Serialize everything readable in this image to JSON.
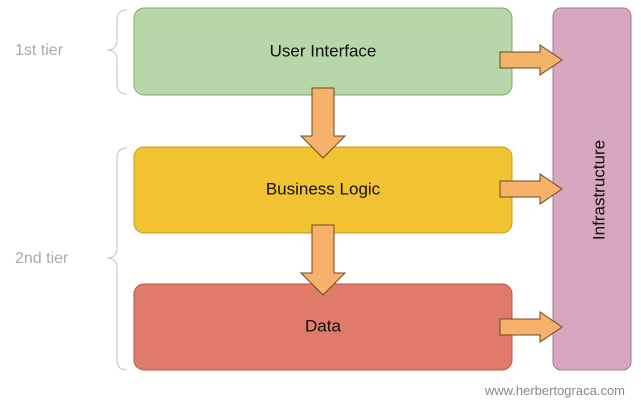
{
  "tiers": [
    {
      "label": "1st tier"
    },
    {
      "label": "2nd tier"
    }
  ],
  "layers": [
    {
      "label": "User Interface",
      "color": "#b6d7a8",
      "border": "#7fa86e"
    },
    {
      "label": "Business Logic",
      "color": "#f1c232",
      "border": "#c49a1c"
    },
    {
      "label": "Data",
      "color": "#e07b6a",
      "border": "#b0594a"
    }
  ],
  "infrastructure": {
    "label": "Infrastructure",
    "color": "#d5a6bd",
    "border": "#a87a90"
  },
  "arrow_color": "#f6b26b",
  "credit": "www.herbertograca.com"
}
